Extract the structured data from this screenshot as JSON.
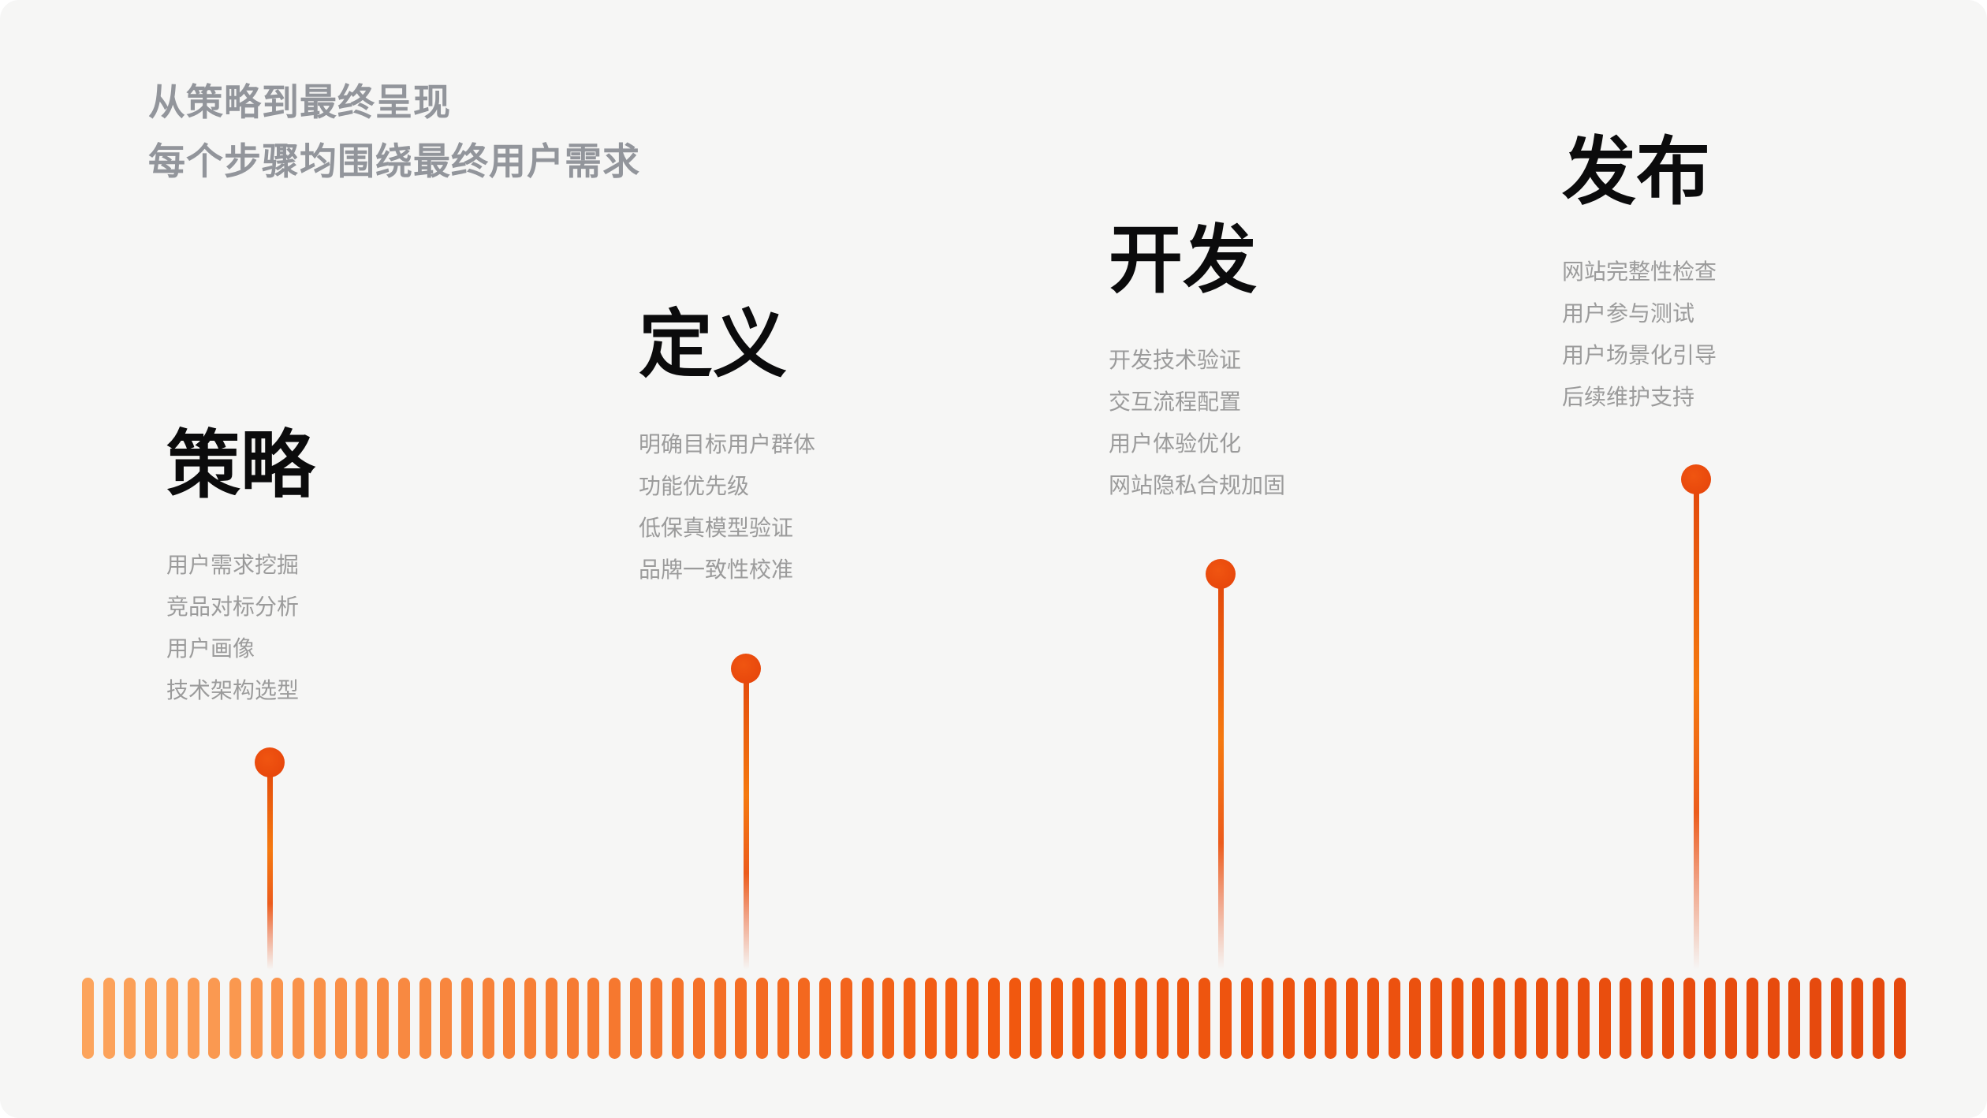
{
  "intro": {
    "line1": "从策略到最终呈现",
    "line2": "每个步骤均围绕最终用户需求"
  },
  "stages": [
    {
      "title": "策略",
      "items": [
        "用户需求挖掘",
        "竞品对标分析",
        "用户画像",
        "技术架构选型"
      ]
    },
    {
      "title": "定义",
      "items": [
        "明确目标用户群体",
        "功能优先级",
        "低保真模型验证",
        "品牌一致性校准"
      ]
    },
    {
      "title": "开发",
      "items": [
        "开发技术验证",
        "交互流程配置",
        "用户体验优化",
        "网站隐私合规加固"
      ]
    },
    {
      "title": "发布",
      "items": [
        "网站完整性检查",
        "用户参与测试",
        "用户场景化引导",
        "后续维护支持"
      ]
    }
  ],
  "timeline": {
    "tick_count": 87,
    "gradient_start": "#fca45c",
    "gradient_mid": "#f1580f",
    "gradient_end": "#e5490e"
  },
  "colors": {
    "background": "#f6f6f5",
    "page": "#ffffff",
    "heading": "#0b0b0c",
    "item_text": "#9b9b9b",
    "intro_text": "#92959b",
    "accent_dot": "#e8480c"
  }
}
